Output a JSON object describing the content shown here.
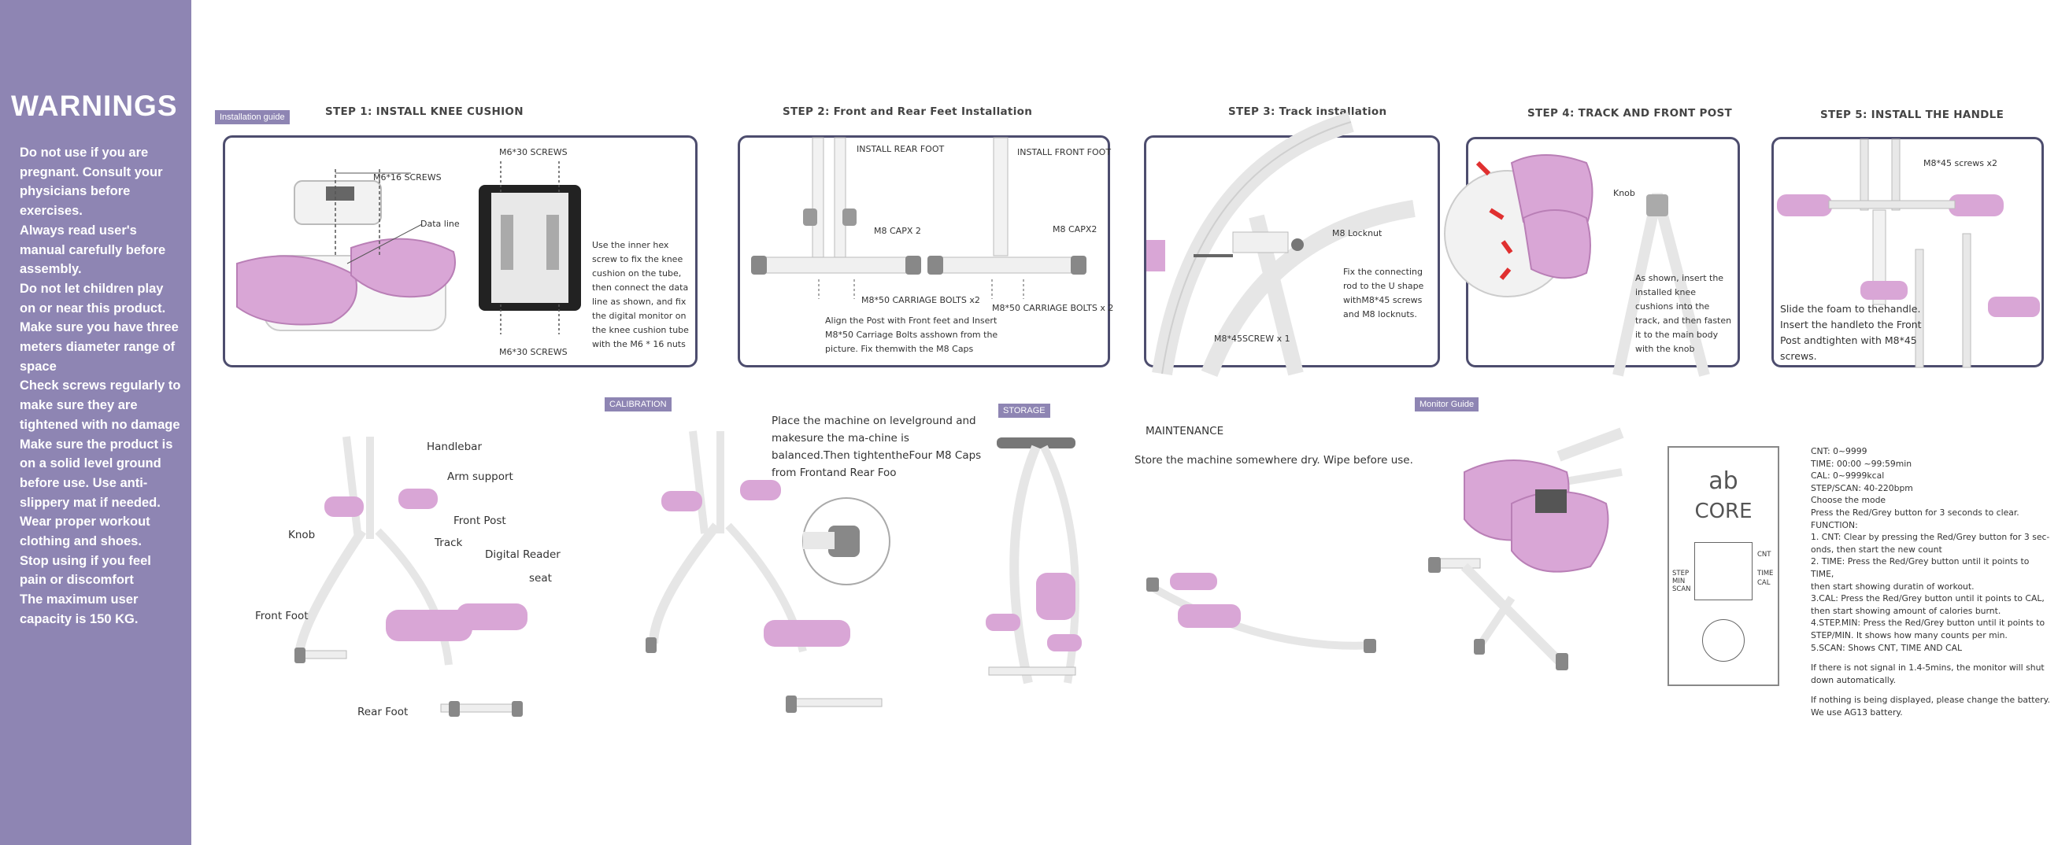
{
  "warnings": {
    "title": "WARNINGS",
    "items": [
      "Do not use if you are pregnant. Consult your physicians before exercises.",
      "Always read user's manual carefully before assembly.",
      "Do not let children play on or near this product.",
      "Make sure you have three meters diameter range of space",
      "Check screws regularly to make sure they are tightened with no damage",
      "Make sure the product is on a solid level ground before use. Use anti-slippery mat if needed.",
      "Wear proper workout clothing and shoes.",
      "Stop using if you feel pain or discomfort",
      "The maximum user capacity is 150 KG."
    ]
  },
  "installation": {
    "tag": "Installation guide",
    "step1": {
      "title": "STEP 1: INSTALL KNEE CUSHION",
      "screw_top": "M6*16 SCREWS",
      "data_line": "Data line",
      "screws_a": "M6*30 SCREWS",
      "screws_b": "M6*30 SCREWS",
      "note": "Use the inner hex screw to fix the knee cushion on the tube, then connect the data line as shown, and fix the digital monitor on the knee cushion tube with the M6 * 16 nuts"
    },
    "step2": {
      "title": "STEP 2: Front and Rear Feet Installation",
      "rear": "INSTALL REAR FOOT",
      "front": "INSTALL FRONT FOOT",
      "cap_a": "M8 CAPX 2",
      "cap_b": "M8 CAPX2",
      "bolts_a": "M8*50 CARRIAGE BOLTS x2",
      "bolts_b": "M8*50 CARRIAGE BOLTS x 2",
      "note": "Align the Post with Front feet and Insert M8*50 Carriage Bolts asshown from the picture. Fix themwith the M8 Caps"
    },
    "step3": {
      "title": "STEP 3: Track installation",
      "locknut": "M8 Locknut",
      "screw": "M8*45SCREW x 1",
      "note": "Fix the connecting rod to the U shape withM8*45 screws and M8 locknuts."
    },
    "step4": {
      "title": "STEP 4: TRACK AND FRONT POST",
      "knob": "Knob",
      "note": "As shown, insert the installed knee cushions into the track, and then fasten it to the main body with the knob"
    },
    "step5": {
      "title": "STEP 5: INSTALL THE HANDLE",
      "screws": "M8*45 screws x2",
      "note": "Slide the foam to thehandle. Insert the handleto the Front Post andtighten with M8*45 screws."
    }
  },
  "parts": {
    "handlebar": "Handlebar",
    "arm_support": "Arm support",
    "front_post": "Front Post",
    "knob": "Knob",
    "track": "Track",
    "digital_reader": "Digital Reader",
    "seat": "seat",
    "front_foot": "Front Foot",
    "rear_foot": "Rear Foot"
  },
  "calibration": {
    "tag": "CALIBRATION",
    "text": "Place the machine on levelground and makesure the ma-chine is balanced.Then tightentheFour M8 Caps from Frontand Rear Foo"
  },
  "storage": {
    "tag": "STORAGE",
    "maintenance_title": "MAINTENANCE",
    "maintenance_text": "Store the machine somewhere dry. Wipe before  use."
  },
  "monitor": {
    "tag": "Monitor Guide",
    "brand_top": "ab",
    "brand_bottom": "CORE",
    "left_labels": [
      "STEP",
      "MIN",
      "SCAN"
    ],
    "right_labels": [
      "CNT",
      "TIME",
      "CAL"
    ],
    "specs": [
      "CNT: 0~9999",
      "TIME: 00:00 ~99:59min",
      "CAL: 0~9999kcal",
      "STEP/SCAN: 40-220bpm",
      "Choose the mode",
      "Press the Red/Grey button for 3 seconds to clear.",
      "FUNCTION:",
      "1. CNT:   Clear by pressing the Red/Grey button for 3 sec-",
      "onds, then start the new count",
      "2. TIME:   Press the Red/Grey button until it points to TIME,",
      "then start showing duratin of workout.",
      "3.CAL:   Press the Red/Grey button until it points to CAL,",
      "then start showing amount of calories burnt.",
      "4.STEP.MIN:   Press the Red/Grey button until it points to",
      "STEP/MIN. It shows how many counts per min.",
      "5.SCAN: Shows CNT, TIME AND CAL"
    ],
    "note_signal": "If there is not signal in 1.4-5mins, the monitor will shut down automatically.",
    "note_battery": " If nothing is being displayed, please change the battery. We use AG13 battery."
  },
  "colors": {
    "accent": "#8e85b3",
    "pink": "#d9a6d6",
    "frame": "#4d4d6e"
  }
}
